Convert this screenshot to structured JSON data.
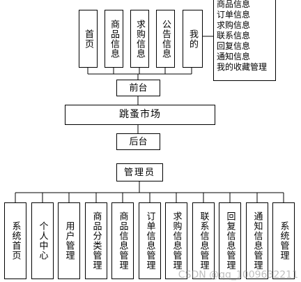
{
  "front_modules": [
    "首页",
    "商品信息",
    "求购信息",
    "公告信息",
    "我的"
  ],
  "my_items": [
    "商品信息",
    "订单信息",
    "求购信息",
    "联系信息",
    "回复信息",
    "通知信息",
    "我的收藏管理"
  ],
  "front_label": "前台",
  "system_label": "跳蚤市场",
  "back_label": "后台",
  "admin_label": "管理员",
  "admin_modules": [
    "系统首页",
    "个人中心",
    "用户管理",
    "商品分类管理",
    "商品信息管理",
    "订单信息管理",
    "求购信息管理",
    "联系信息管理",
    "回复信息管理",
    "通知信息管理",
    "系统管理"
  ],
  "watermark": "CSDN @qq_1009632211"
}
